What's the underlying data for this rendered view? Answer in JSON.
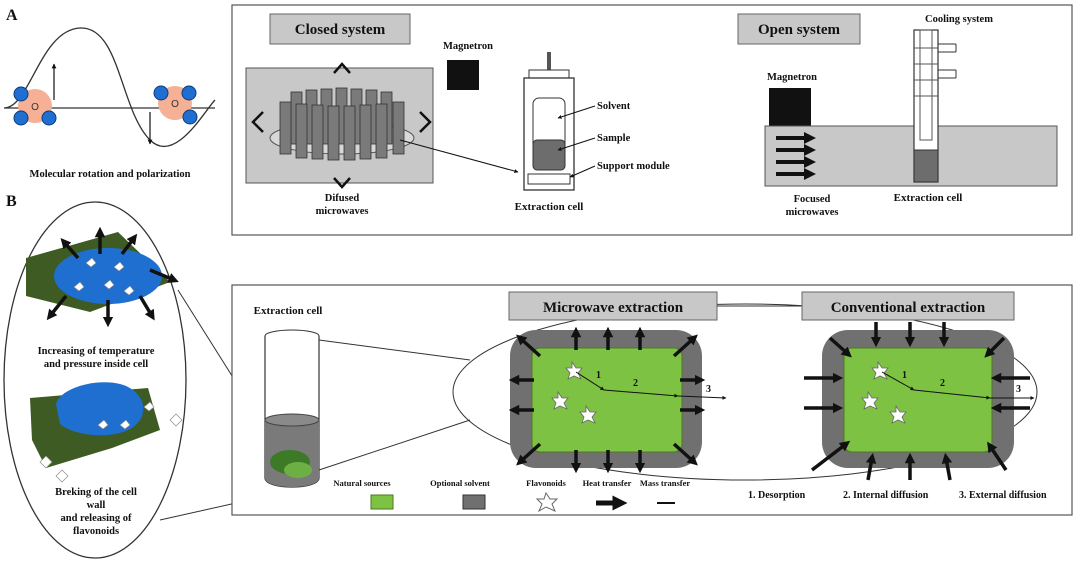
{
  "panels": {
    "a": "A",
    "b": "B"
  },
  "rotation": {
    "caption": "Molecular rotation  and polarization"
  },
  "closed": {
    "title": "Closed system",
    "magnetron": "Magnetron",
    "diffused": [
      "Difused",
      "microwaves"
    ],
    "solvent": "Solvent",
    "sample": "Sample",
    "support": "Support  module",
    "cell": "Extraction  cell"
  },
  "open": {
    "title": "Open system",
    "cooling": "Cooling system",
    "magnetron": "Magnetron",
    "focused": [
      "Focused",
      "microwaves"
    ],
    "cell": "Extraction  cell"
  },
  "bubble": {
    "caption1": [
      "Increasing of temperature",
      "and pressure inside cell"
    ],
    "caption2": [
      "Breking of the cell",
      "wall",
      "and releasing of",
      "flavonoids"
    ]
  },
  "lower": {
    "cell": "Extraction  cell",
    "microwave_title": "Microwave extraction",
    "conventional_title": "Conventional extraction",
    "steps": [
      "1",
      "2",
      "3"
    ]
  },
  "legend": {
    "natural": "Natural sources",
    "solvent": "Optional solvent",
    "flavonoids": "Flavonoids",
    "heat": "Heat transfer",
    "mass": "Mass transfer",
    "d1": "1.    Desorption",
    "d2": "2. Internal diffusion",
    "d3": "3. External diffusion"
  },
  "colors": {
    "green": "#7dc242",
    "gray": "#707070",
    "blue": "#1f6fd1",
    "darkgreen": "#3d5b23",
    "panel": "#c8c8c8",
    "sphere": "#f6b095"
  }
}
